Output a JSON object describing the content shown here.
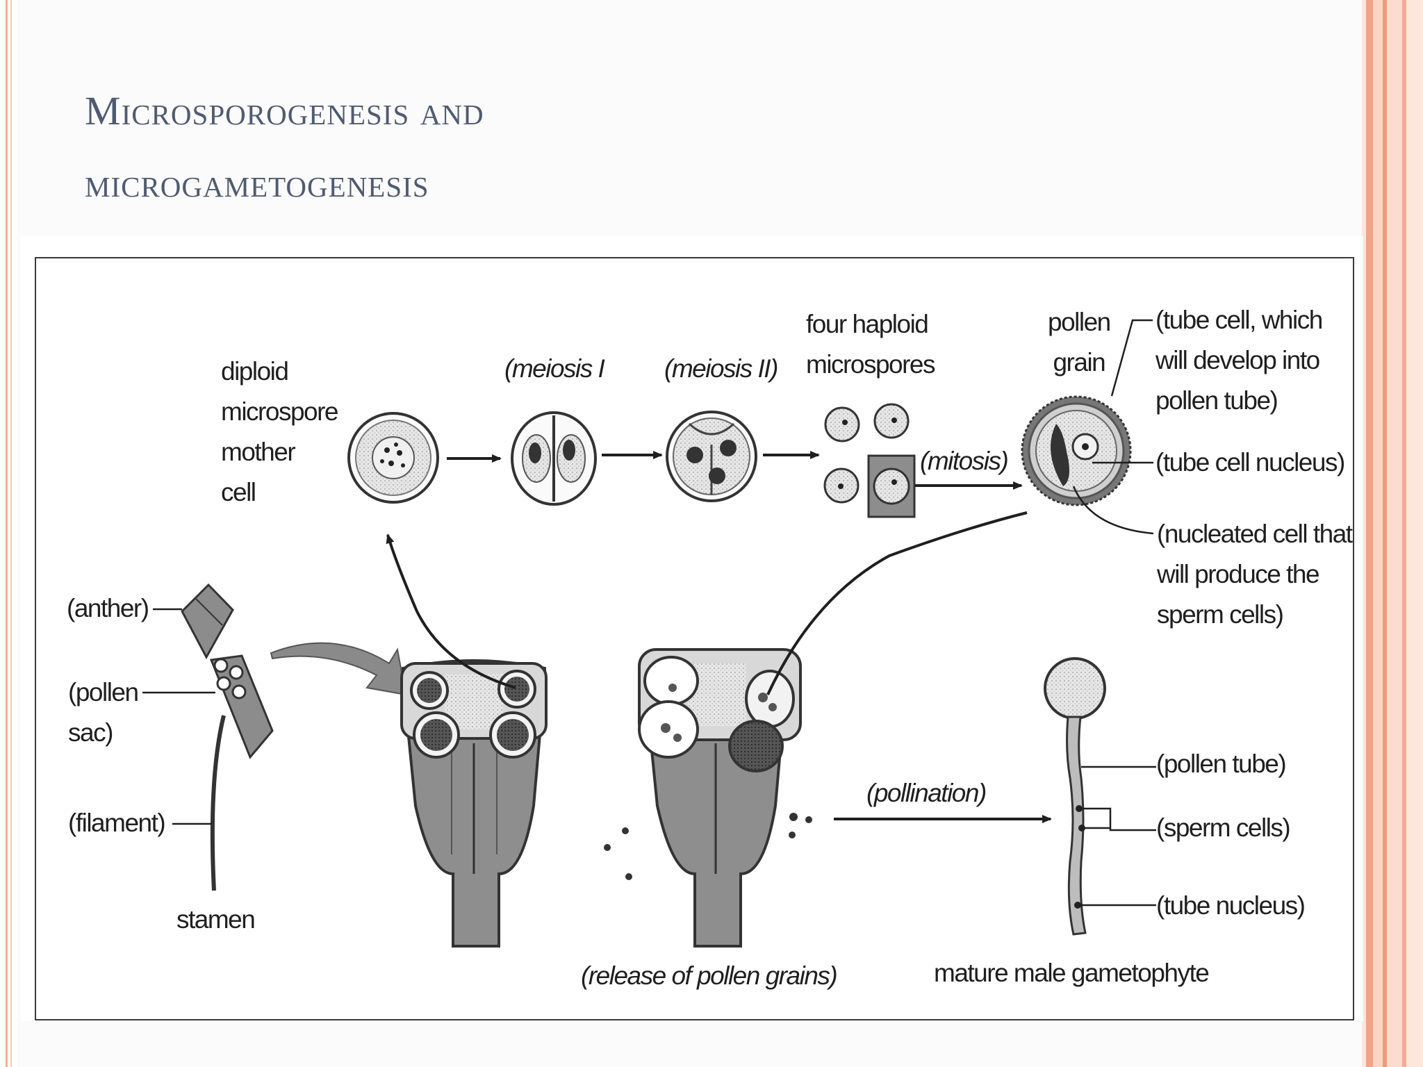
{
  "slide": {
    "title_line1": "Microsporogenesis and",
    "title_line2": "microgametogenesis"
  },
  "colors": {
    "title": "#4f5b70",
    "border_accent": "#f0a485",
    "ink": "#1f1f1f",
    "tissue_gray": "#8c8c8c"
  },
  "diagram": {
    "labels": {
      "diploid": [
        "diploid",
        "microspore",
        "mother",
        "cell"
      ],
      "meiosis1": "(meiosis I",
      "meiosis2": "(meiosis II)",
      "four_haploid": [
        "four haploid",
        "microspores"
      ],
      "mitosis": "(mitosis)",
      "pollen_grain": [
        "pollen",
        "grain"
      ],
      "tube_cell": [
        "(tube cell, which",
        "will develop into",
        "pollen tube)"
      ],
      "tube_cell_nucleus": "(tube cell nucleus)",
      "nucleated_cell": [
        "(nucleated cell that",
        "will produce the",
        "sperm cells)"
      ],
      "anther": "(anther)",
      "pollen_sac": [
        "(pollen",
        "sac)"
      ],
      "filament": "(filament)",
      "stamen": "stamen",
      "pollination": "(pollination)",
      "pollen_tube": "(pollen tube)",
      "sperm_cells": "(sperm cells)",
      "tube_nucleus": "(tube nucleus)",
      "release": "(release of pollen grains)",
      "mature": "mature male gametophyte"
    }
  }
}
